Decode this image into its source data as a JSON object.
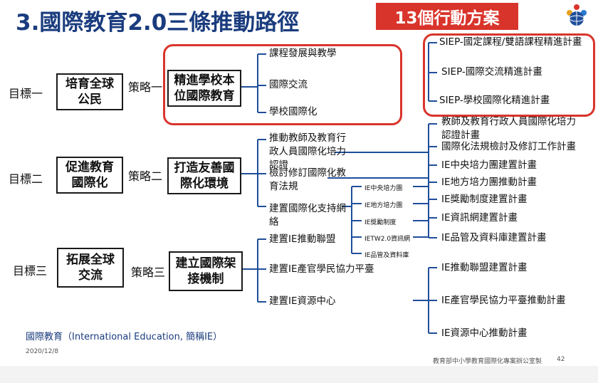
{
  "header": {
    "title": "3.國際教育2.0三條推動路徑",
    "badge": "13個行動方案"
  },
  "goals": [
    {
      "goal": "目標一",
      "goal_box": "培育全球\n公民",
      "strategy": "策略一",
      "strategy_box": "精進學校本\n位國際教育"
    },
    {
      "goal": "目標二",
      "goal_box": "促進教育\n國際化",
      "strategy": "策略二",
      "strategy_box": "打造友善國\n際化環境"
    },
    {
      "goal": "目標三",
      "goal_box": "拓展全球\n交流",
      "strategy": "策略三",
      "strategy_box": "建立國際架\n接機制"
    }
  ],
  "strategy1_items": [
    "課程發展與教學",
    "國際交流",
    "學校國際化"
  ],
  "strategy1_plans": [
    "SIEP-國定課程/雙語課程精進計畫",
    "SIEP-國際交流精進計畫",
    "SIEP-學校國際化精進計畫"
  ],
  "strategy2_items": [
    "推動教師及教育行政人員國際化培力認證",
    "檢討修訂國際化教育法規",
    "建置國際化支持網絡"
  ],
  "support_network": [
    "IE中央培力團",
    "IE地方培力團",
    "IE獎勵制度",
    "IETW2.0資訊網",
    "IE品管及資料庫"
  ],
  "strategy2_plans": [
    "教師及教育行政人員國際化培力認證計畫",
    "國際化法規檢討及修訂工作計畫",
    "IE中央培力團建置計畫",
    "IE地方培力團推動計畫",
    "IE獎勵制度建置計畫",
    "IE資訊網建置計畫",
    "IE品管及資料庫建置計畫"
  ],
  "strategy3_items": [
    "建置IE推動聯盟",
    "建置IE產官學民協力平臺",
    "建置IE資源中心"
  ],
  "strategy3_plans": [
    "IE推動聯盟建置計畫",
    "IE產官學民協力平臺推動計畫",
    "IE資源中心推動計畫"
  ],
  "footer": {
    "note": "國際教育（International Education, 簡稱IE）",
    "date": "2020/12/8",
    "credit": "教育部中小學教育國際化專案辦公室製",
    "page": "42"
  },
  "colors": {
    "title": "#1a3c7e",
    "accent": "#d9342b",
    "line": "#1f4e9a"
  }
}
